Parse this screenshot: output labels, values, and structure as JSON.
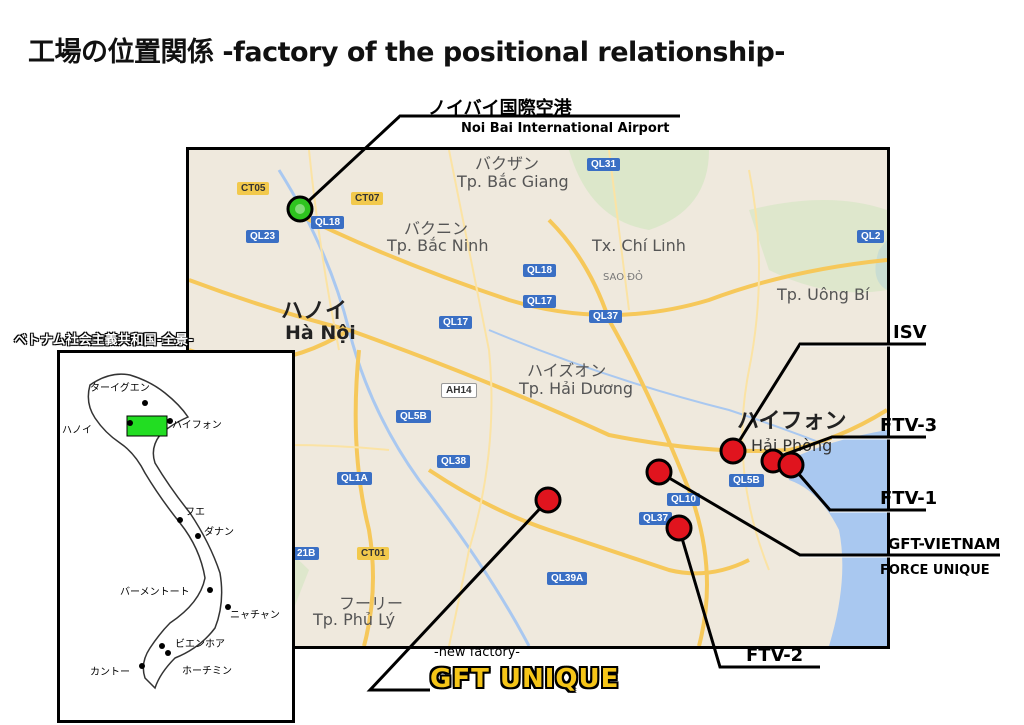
{
  "title": "工場の位置関係 -factory of the positional relationship-",
  "airport": {
    "jp": "ノイバイ国際空港",
    "en": "Noi Bai International Airport"
  },
  "places": {
    "hanoi_jp": "ハノイ",
    "hanoi_vn": "Hà Nội",
    "haiphong_jp": "ハイフォン",
    "haiphong_vn": "Hải Phòng",
    "bacninh_jp": "バクニン",
    "bacninh_vn": "Tp. Bắc Ninh",
    "bacgiang_jp": "バクザン",
    "bacgiang_vn": "Tp. Bắc Giang",
    "chilinh": "Tx. Chí Linh",
    "saodo": "SAO ĐỎ",
    "uongbi": "Tp. Uông Bí",
    "haiduong_jp": "ハイズオン",
    "haiduong_vn": "Tp. Hải Dương",
    "phuly_jp": "フーリー",
    "phuly_vn": "Tp. Phủ Lý"
  },
  "roads": [
    "CT05",
    "CT07",
    "QL18",
    "QL23",
    "QL31",
    "QL18",
    "QL17",
    "QL37",
    "QL17",
    "AH14",
    "QL5B",
    "QL38",
    "QL1A",
    "QL5B",
    "QL10",
    "QL37",
    "QL39A",
    "CT01",
    "21B",
    "QL2"
  ],
  "callouts": {
    "isv": "ISV",
    "ftv3": "FTV-3",
    "ftv1": "FTV-1",
    "gft_vietnam": "GFT-VIETNAM",
    "force_unique": "FORCE UNIQUE",
    "ftv2": "FTV-2",
    "new_factory": "-new factory-",
    "gft_unique": "GFT UNIQUE"
  },
  "inset": {
    "title": "ベトナム社会主義共和国-全景-",
    "labels": [
      "ターイグエン",
      "ハノイ",
      "ハイフォン",
      "フエ",
      "ダナン",
      "バーメントート",
      "ニャチャン",
      "ビエンホア",
      "カントー",
      "ホーチミン"
    ]
  },
  "colors": {
    "marker_red": "#e0141e",
    "marker_green": "#2ec41f",
    "sea": "#a9c8f0",
    "highlight": "#22dd22"
  }
}
